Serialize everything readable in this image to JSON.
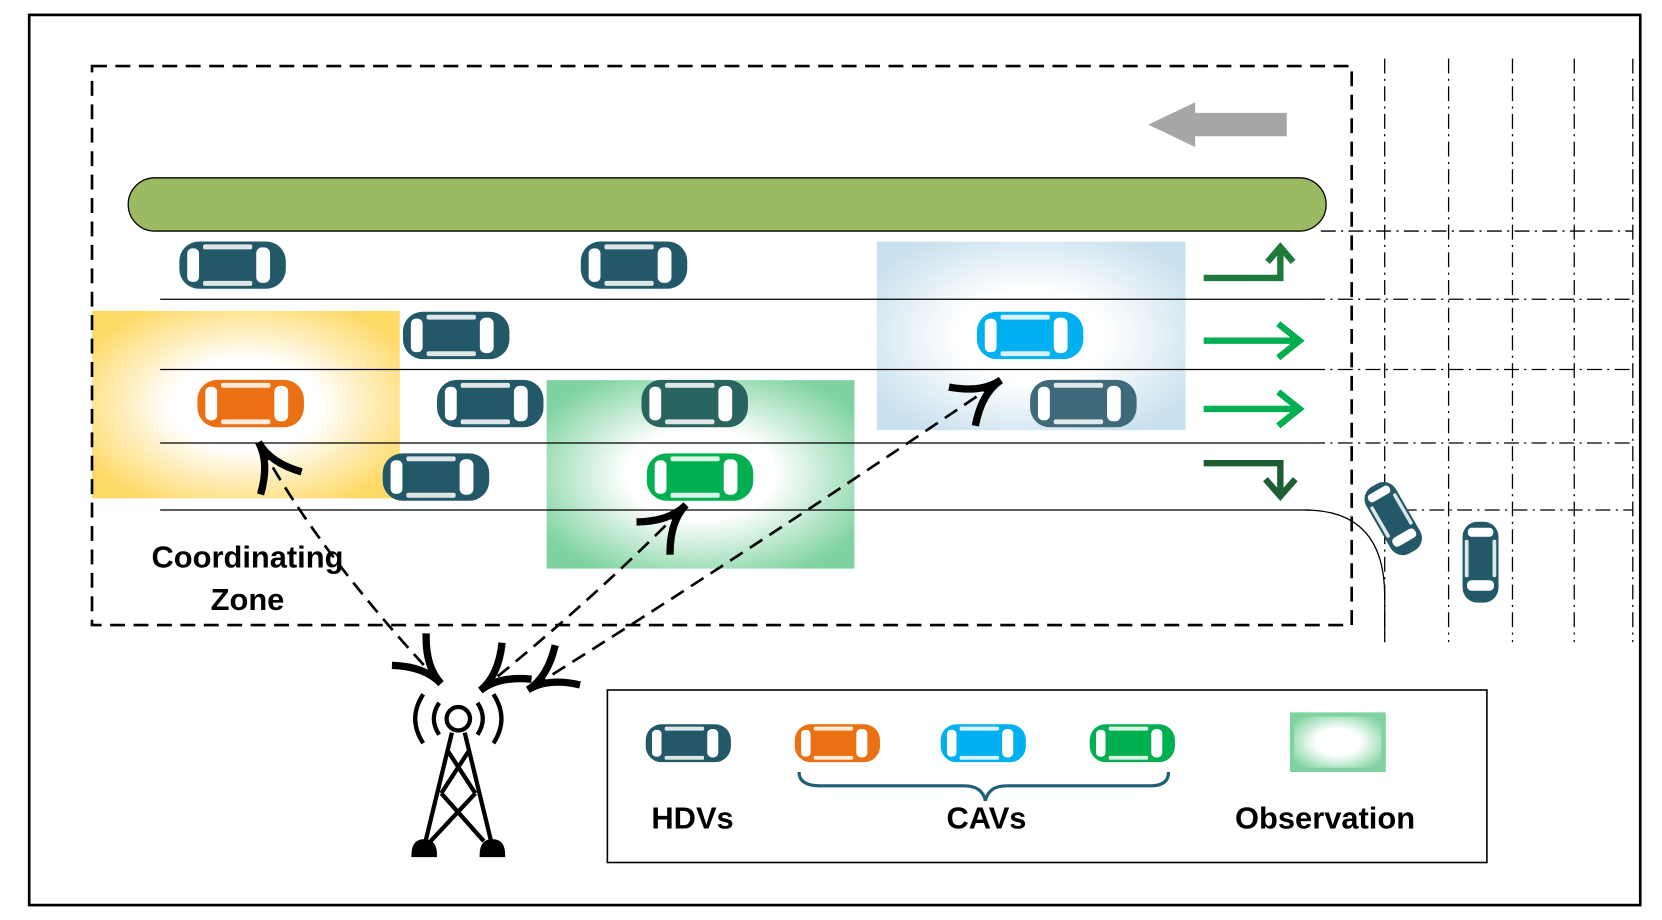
{
  "zone_label": [
    "Coordinating",
    "Zone"
  ],
  "legend": {
    "hdv_label": "HDVs",
    "cav_label": "CAVs",
    "observation_label": "Observation"
  },
  "colors": {
    "hdv": "#235868",
    "cav_orange": "#ea7013",
    "cav_blue": "#00b0f0",
    "cav_green": "#00b050",
    "median": "#9bbb62",
    "obs_yellow": "#ffd966",
    "obs_green": "#7fd3a0",
    "obs_blue": "#c9e1ee",
    "arrow_dark_green": "#1e7a3c",
    "arrow_green": "#00b050",
    "traffic_direction_arrow": "#a6a6a6"
  },
  "icons": [
    "car-icon",
    "radio-tower-icon",
    "turn-left-arrow-icon",
    "straight-arrow-icon",
    "turn-right-arrow-icon",
    "traffic-direction-arrow-icon"
  ]
}
